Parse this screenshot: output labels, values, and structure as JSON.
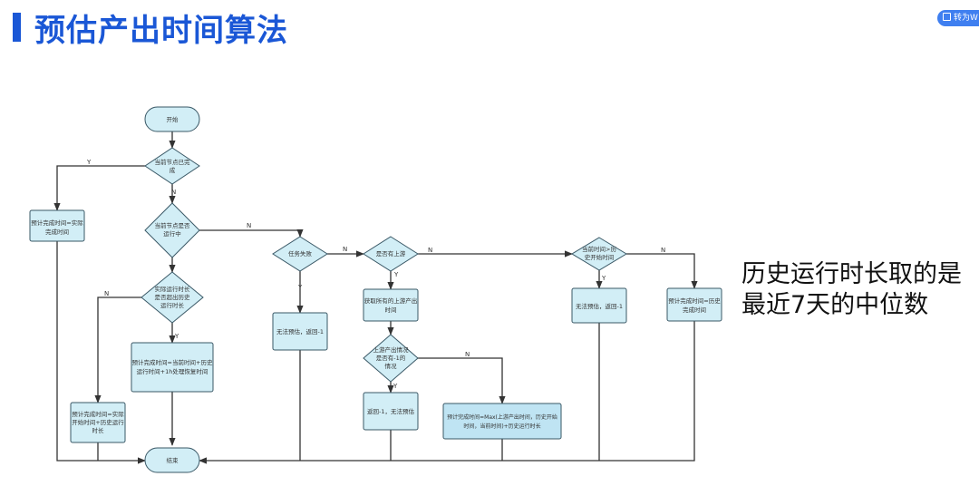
{
  "page": {
    "title": "预估产出时间算法",
    "convert_button": "转为W",
    "note_lines": [
      "历史运行时长取的是",
      "最近7天的中位数"
    ]
  },
  "colors": {
    "accent": "#1a57d6",
    "node_fill": "#d2eef6",
    "node_fill_strong": "#bfe4f3",
    "node_stroke": "#3a5866",
    "edge": "#333333"
  },
  "flowchart": {
    "nodes": {
      "start": "开始",
      "d_done": [
        "当前节点已完",
        "成"
      ],
      "r_done": [
        "预计完成时间=实际",
        "完成时间"
      ],
      "d_running": [
        "当前节点是否",
        "运行中"
      ],
      "d_overtime": [
        "实际运行时长",
        "是否超出历史",
        "运行时长"
      ],
      "r_calc1": [
        "预计完成时间=当前时间+历史",
        "运行时间+1h处理恢复时间"
      ],
      "r_actual": [
        "预计完成时间=实际",
        "开始时间+历史运行",
        "时长"
      ],
      "end": "结束",
      "d_failed": "任务失败",
      "r_fail": "无法预估，返回-1",
      "d_upstream": "是否有上游",
      "r_getup": [
        "获取所有的上游产出",
        "时间"
      ],
      "d_upneg": [
        "上游产出情况",
        "是否有-1的",
        "情况"
      ],
      "r_ret": "返回-1，无法预估",
      "r_max": [
        "预计完成时间=Max(上游产出时间，历史开始",
        "时间，当前时间)+历史运行时长"
      ],
      "d_hist": [
        "当前时间>历",
        "史开始时间"
      ],
      "r_fail2": "无法预估，返回-1",
      "r_hist": [
        "预计完成时间=历史",
        "完成时间"
      ]
    },
    "edge_labels": {
      "yes": "Y",
      "no": "N"
    }
  }
}
